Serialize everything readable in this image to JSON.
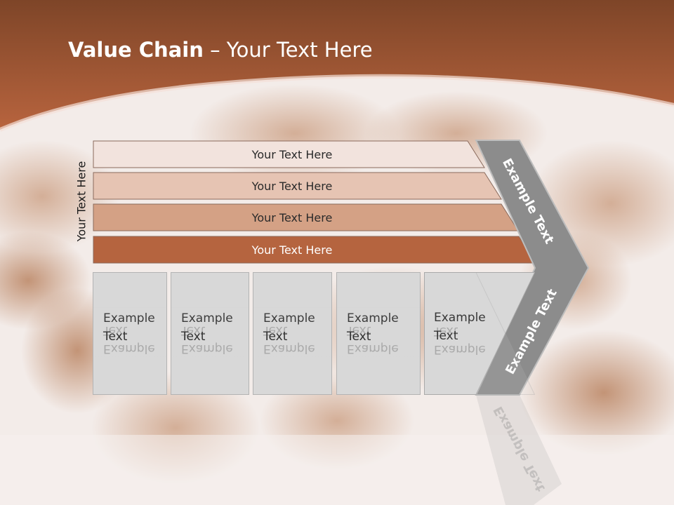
{
  "slide": {
    "title_bold": "Value Chain",
    "title_rest": " – Your Text Here",
    "side_label": "Your Text Here"
  },
  "bands": [
    {
      "label": "Your Text Here",
      "color": "#f2e3dd"
    },
    {
      "label": "Your Text Here",
      "color": "#e6c4b3"
    },
    {
      "label": "Your Text Here",
      "color": "#d4a185"
    },
    {
      "label": "Your Text Here",
      "color": "#b5643f"
    }
  ],
  "boxes": [
    {
      "line1": "Example",
      "line2": "Text"
    },
    {
      "line1": "Example",
      "line2": "Text"
    },
    {
      "line1": "Example",
      "line2": "Text"
    },
    {
      "line1": "Example",
      "line2": "Text"
    },
    {
      "line1": "Example",
      "line2": "Text"
    }
  ],
  "chevron": {
    "upper_label": "Example Text",
    "lower_label": "Example Text",
    "color": "#8c8c8c"
  },
  "colors": {
    "header": "#a8603c",
    "box_fill": "#d8d8d8"
  }
}
